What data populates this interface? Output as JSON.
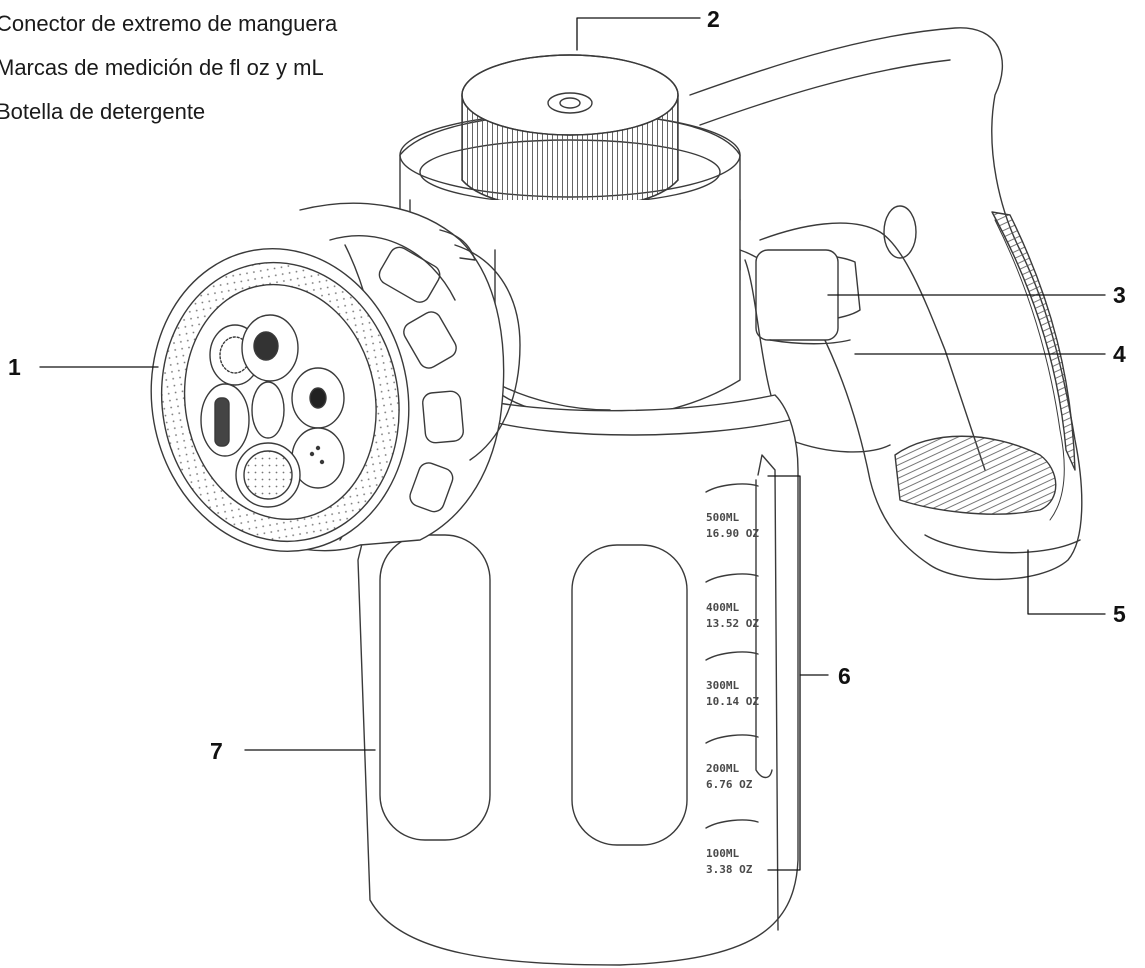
{
  "legend": [
    "Conector de extremo de manguera",
    "Marcas de medición de fl oz y mL",
    "Botella de detergente"
  ],
  "callouts": {
    "c1": "1",
    "c2": "2",
    "c3": "3",
    "c4": "4",
    "c5": "5",
    "c6": "6",
    "c7": "7"
  },
  "graduations": [
    {
      "ml": "500ML",
      "oz": "16.90 OZ"
    },
    {
      "ml": "400ML",
      "oz": "13.52 OZ"
    },
    {
      "ml": "300ML",
      "oz": "10.14 OZ"
    },
    {
      "ml": "200ML",
      "oz": "6.76 OZ"
    },
    {
      "ml": "100ML",
      "oz": "3.38 OZ"
    }
  ]
}
